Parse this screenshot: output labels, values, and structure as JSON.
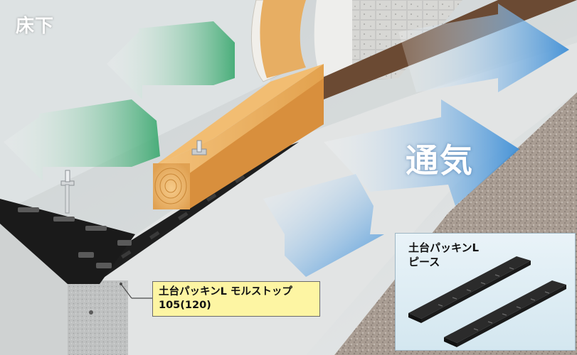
{
  "labels": {
    "underfloor": "床下",
    "ventilation": "通気"
  },
  "callout": {
    "line1": "土台パッキンL モルストップ",
    "line2": "105(120)"
  },
  "inset": {
    "line1": "土台パッキンL",
    "line2": "ピース"
  },
  "colors": {
    "wood": "#e9a955",
    "packing": "#1c1c1c",
    "concrete": "#d9dcdc",
    "gravel": "#a89c93",
    "air_green": "#4fb585",
    "air_blue": "#4f9ad8",
    "callout_bg": "#fdf5a3",
    "inset_bg": "#dcebf2"
  },
  "icons": [
    "anchor-bolt-icon",
    "ventilation-arrow-icon",
    "airflow-arrow-icon"
  ]
}
